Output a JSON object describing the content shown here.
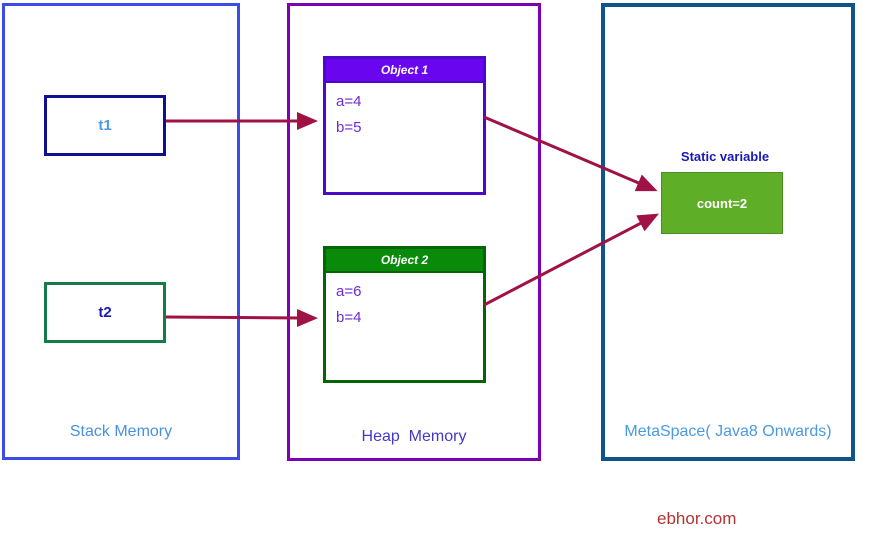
{
  "regions": {
    "stack": {
      "label": "Stack Memory",
      "variables": [
        {
          "name": "t1"
        },
        {
          "name": "t2"
        }
      ]
    },
    "heap": {
      "label": "Heap  Memory",
      "objects": [
        {
          "title": "Object 1",
          "fields": [
            "a=4",
            "b=5"
          ]
        },
        {
          "title": "Object 2",
          "fields": [
            "a=6",
            "b=4"
          ]
        }
      ]
    },
    "metaspace": {
      "label": "MetaSpace( Java8 Onwards)",
      "static_variable_label": "Static variable",
      "static_variable_value": "count=2"
    }
  },
  "arrows": [
    {
      "from": "t1",
      "to": "Object 1"
    },
    {
      "from": "t2",
      "to": "Object 2"
    },
    {
      "from": "Object 1",
      "to": "count=2"
    },
    {
      "from": "Object 2",
      "to": "count=2"
    }
  ],
  "watermark": "ebhor.com",
  "colors": {
    "stack_border": "#3b4ce8",
    "heap_border": "#7d00b4",
    "metaspace_border": "#0f558c",
    "t1_box_border": "#0d1190",
    "t1_text": "#4a9ae8",
    "t2_box_border": "#177a49",
    "t2_text": "#1a1ab5",
    "object1_header": "#6a05ef",
    "object1_border": "#4b0ac8",
    "object2_header": "#0a8a0a",
    "object2_border": "#056505",
    "object_field_text": "#6d2bd4",
    "count_box_fill": "#5fae27",
    "count_text": "#ffffff",
    "static_label_text": "#1a1ab0",
    "stack_label_text": "#4a90dd",
    "heap_label_text": "#4438c8",
    "metaspace_label_text": "#4a9ae0",
    "arrow": "#a01245",
    "watermark_text": "#b43232"
  }
}
